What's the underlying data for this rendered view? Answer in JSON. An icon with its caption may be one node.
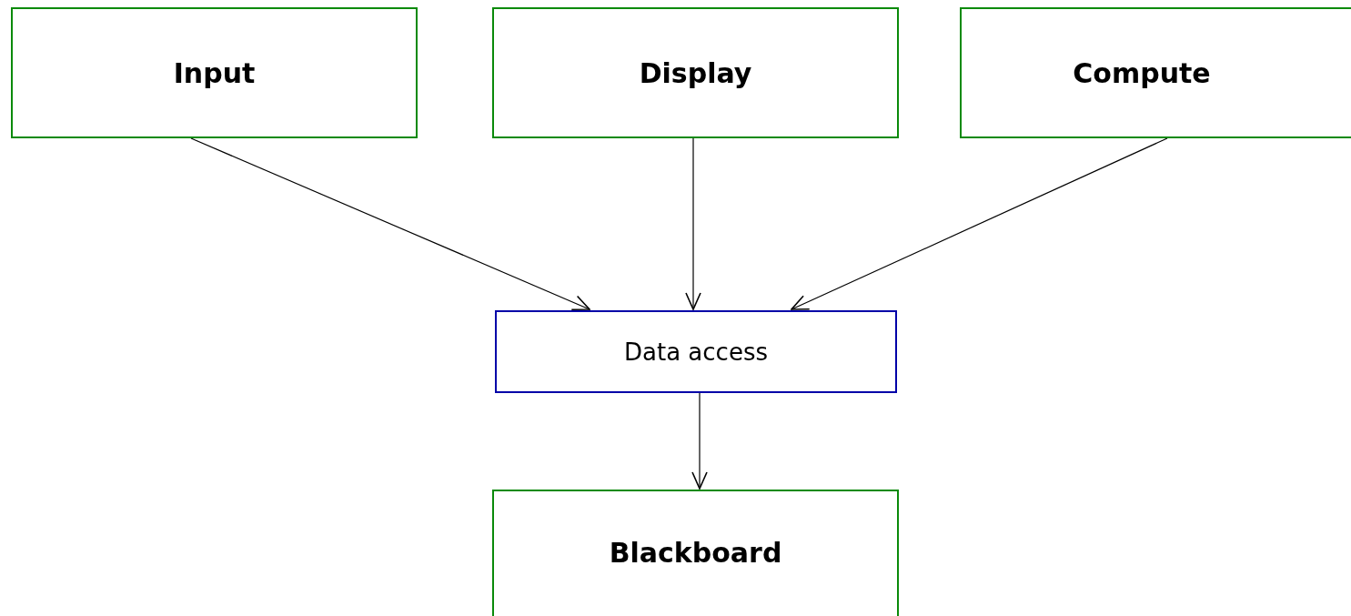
{
  "diagram": {
    "nodes": [
      {
        "text": [
          "Input"
        ]
      },
      {
        "text": [
          "Display"
        ]
      },
      {
        "text": [
          "Compute"
        ]
      },
      {
        "text": [
          "Data access"
        ]
      },
      {
        "text": [
          "Blackboard"
        ]
      }
    ],
    "edges": [
      {
        "from": 0,
        "to": 3,
        "arrow": "to"
      },
      {
        "from": 1,
        "to": 3,
        "arrow": "to"
      },
      {
        "from": 2,
        "to": 3,
        "arrow": "to"
      },
      {
        "from": 3,
        "to": 4,
        "arrow": "to"
      }
    ]
  }
}
